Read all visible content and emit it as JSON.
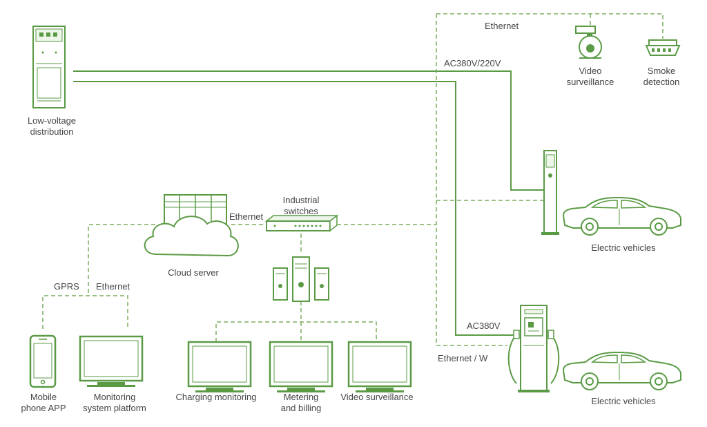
{
  "colors": {
    "stroke": "#5a9a45",
    "dashed": "#7aae5e",
    "fill_light": "#eef6e9",
    "text": "#454545"
  },
  "icons": {
    "distribution": "low-voltage-cabinet-icon",
    "cloud": "cloud-server-icon",
    "switch": "industrial-switch-icon",
    "servers": "server-tower-icon",
    "camera": "dome-camera-icon",
    "smoke": "smoke-detector-icon",
    "charger_post": "charging-post-icon",
    "charger_dc": "dc-charger-icon",
    "car": "electric-car-icon",
    "phone": "mobile-phone-icon",
    "monitor": "monitor-icon"
  },
  "labels": {
    "low_voltage": [
      "Low-voltage",
      "distribution"
    ],
    "ethernet_top": "Ethernet",
    "ac_380_220": "AC380V/220V",
    "video_top": [
      "Video",
      "surveillance"
    ],
    "smoke": [
      "Smoke",
      "detection"
    ],
    "industrial_switches": [
      "Industrial",
      "switches"
    ],
    "ethernet_mid": "Ethernet",
    "cloud_server": "Cloud server",
    "gprs": "GPRS",
    "ethernet_left": "Ethernet",
    "ev_top": "Electric vehicles",
    "ac380": "AC380V",
    "ethernet_w": "Ethernet / W",
    "ev_bottom": "Electric vehicles",
    "mobile_app": [
      "Mobile",
      "phone APP"
    ],
    "monitoring_platform": [
      "Monitoring",
      "system platform"
    ],
    "charging_monitoring": "Charging monitoring",
    "metering_billing": [
      "Metering",
      "and billing"
    ],
    "video_bottom": "Video surveillance"
  }
}
